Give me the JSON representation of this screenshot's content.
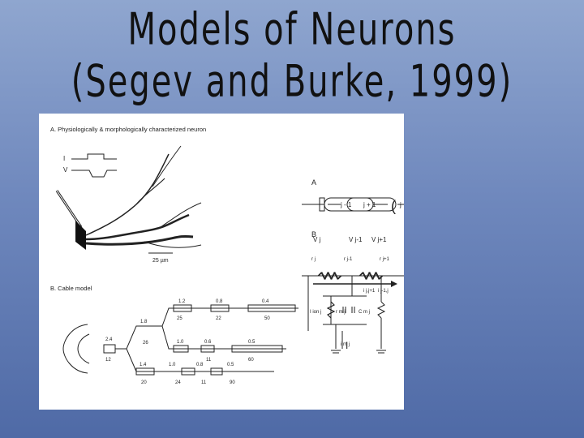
{
  "slide": {
    "title_line1": "Models of Neurons",
    "title_line2": "(Segev and Burke, 1999)"
  },
  "figure": {
    "panel_a_label": "A.  Physiologically & morphologically characterized neuron",
    "scale_label": "25 µm",
    "electrode_i": "I",
    "electrode_v": "V",
    "panel_b_label": "B.  Cable model",
    "cable_numbers": {
      "soma_top": "2.4",
      "soma_bottom": "12",
      "upper_left": "1.8",
      "upper_top1": "1.2",
      "upper_top2": "0.8",
      "upper_top3": "0.4",
      "upper_mid1": "25",
      "upper_mid2": "22",
      "upper_mid3": "50",
      "mid_left": "26",
      "mid1": "1.0",
      "mid2": "0.6",
      "mid3": "0.5",
      "mid_bot1": "11",
      "mid_bot2": "60",
      "low_left": "1.4",
      "low1": "1.0",
      "low2": "0.8",
      "low3": "0.5",
      "low_bot0": "20",
      "low_bot1": "24",
      "low_bot2": "11",
      "low_bot3": "90"
    },
    "right_a_label": "A",
    "seg_left": "j - 1",
    "seg_mid": "j",
    "seg_right": "j + 1",
    "right_b_label": "B",
    "v_left": "V j-1",
    "v_mid": "V j",
    "v_right": "V j+1",
    "r_left": "r j-1",
    "r_mid": "r j",
    "r_right": "r j+1",
    "i_left": "i j-1,j",
    "i_right": "i j,j+1",
    "i_ion": "I ion j",
    "r_m": "r m j",
    "c_m": "C m j",
    "i_inj": "I",
    "i_m": "i m j"
  }
}
